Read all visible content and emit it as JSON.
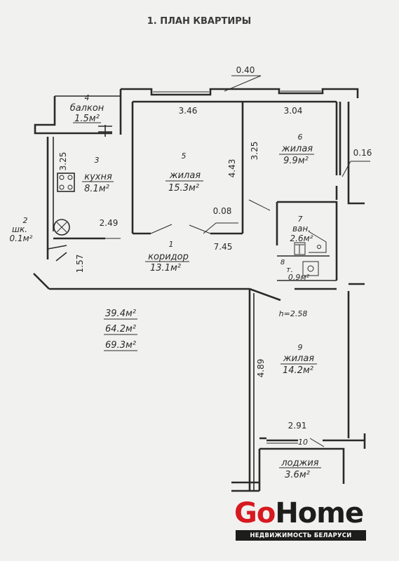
{
  "plan_title": "1. ПЛАН КВАРТИРЫ",
  "rooms": [
    {
      "number": "1",
      "name": "коридор",
      "area": "13.1м²"
    },
    {
      "number": "2",
      "name": "шк.",
      "area": "0.1м²"
    },
    {
      "number": "3",
      "name": "кухня",
      "area": "8.1м²"
    },
    {
      "number": "4",
      "name": "балкон",
      "area": "1.5м²"
    },
    {
      "number": "5",
      "name": "жилая",
      "area": "15.3м²"
    },
    {
      "number": "6",
      "name": "жилая",
      "area": "9.9м²"
    },
    {
      "number": "7",
      "name": "ван.",
      "area": "2.6м²"
    },
    {
      "number": "8",
      "name": "т.",
      "area": "0.9м²"
    },
    {
      "number": "9",
      "name": "жилая",
      "area": "14.2м²"
    },
    {
      "number": "10",
      "name": "лоджия",
      "area": "3.6м²"
    }
  ],
  "dimensions": {
    "d_040": "0.40",
    "d_346": "3.46",
    "d_304": "3.04",
    "d_325_kitchen": "3.25",
    "d_325_room": "3.25",
    "d_443": "4.43",
    "d_016": "0.16",
    "d_249": "2.49",
    "d_008": "0.08",
    "d_745": "7.45",
    "d_157": "1.57",
    "d_489": "4.89",
    "d_291": "2.91"
  },
  "ceiling_height": "h=2.58",
  "totals": {
    "living_area": "39.4м²",
    "total_area": "64.2м²",
    "total_with_balconies": "69.3м²"
  },
  "logo": {
    "brand_part_1": "Go",
    "brand_part_2": "Home",
    "tagline": "НЕДВИЖИМОСТЬ БЕЛАРУСИ",
    "brand_color": "#d71920"
  }
}
